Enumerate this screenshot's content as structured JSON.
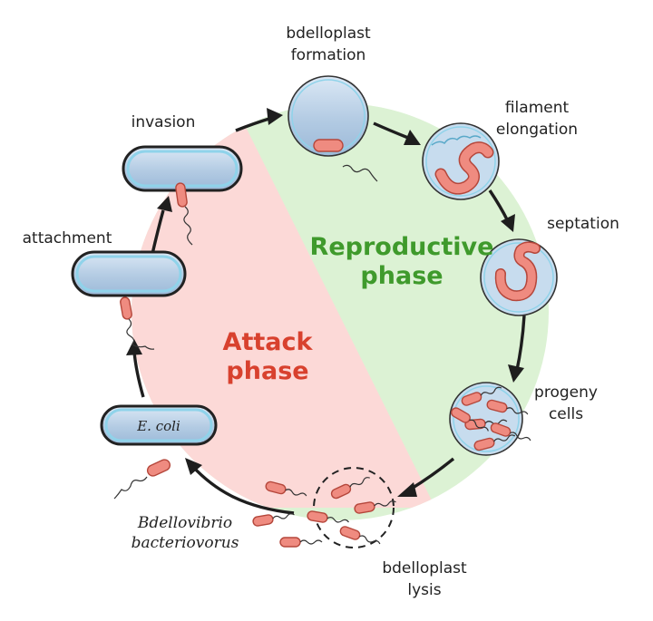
{
  "title": "",
  "phases": {
    "attack": [
      "Attack",
      "phase"
    ],
    "reproductive": [
      "Reproductive",
      "phase"
    ]
  },
  "stages": {
    "bdelloplast_formation": [
      "bdelloplast",
      "formation"
    ],
    "filament_elongation": [
      "filament",
      "elongation"
    ],
    "septation": [
      "septation"
    ],
    "progeny_cells": [
      "progeny",
      "cells"
    ],
    "bdelloplast_lysis": [
      "bdelloplast",
      "lysis"
    ],
    "invasion": [
      "invasion"
    ],
    "attachment": [
      "attachment"
    ]
  },
  "organisms": {
    "predator": [
      "Bdellovibrio",
      "bacteriovorus"
    ],
    "prey": "E. coli"
  },
  "colors": {
    "attack_phase": "#fcd9d7",
    "reproductive_phase": "#dcf2d4",
    "attack_text": "#d8412e",
    "reproductive_text": "#3f9a2c"
  }
}
